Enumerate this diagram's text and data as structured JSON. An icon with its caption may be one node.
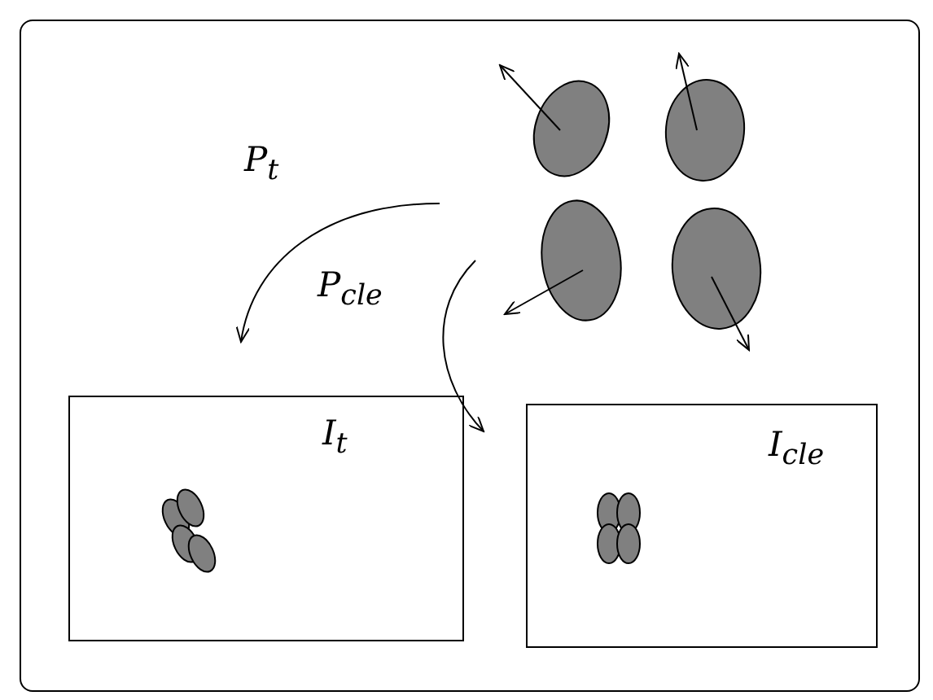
{
  "diagram": {
    "nodes": [
      {
        "text": [
          "I$_{t}$"
        ]
      },
      {
        "text": [
          "I$_{cle}$"
        ]
      }
    ],
    "edges": [
      {
        "from": null,
        "to": 0,
        "arrow": "to",
        "label": "P$_{t}$"
      },
      {
        "from": null,
        "to": 1,
        "arrow": "to",
        "label": "P$_{cle}$"
      }
    ]
  }
}
